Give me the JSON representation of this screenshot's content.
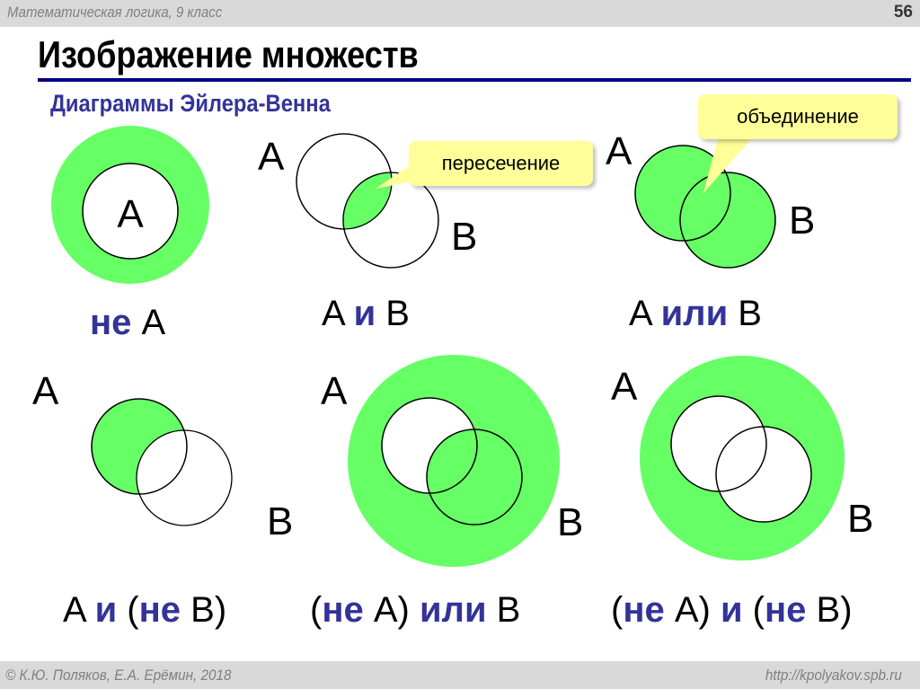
{
  "header": {
    "course": "Математическая логика, 9 класс",
    "page_number": "56"
  },
  "slide": {
    "title": "Изображение множеств",
    "subtitle": "Диаграммы Эйлера-Венна"
  },
  "callouts": {
    "intersection": "пересечение",
    "union": "объединение"
  },
  "colors": {
    "fill": "#66ff66",
    "accent": "#333399",
    "rule": "#000080",
    "callout_bg": "#ffff99"
  },
  "diagrams": [
    {
      "id": "not-a",
      "set_labels": [
        "A"
      ],
      "expression": [
        {
          "t": "не",
          "kw": true
        },
        {
          "t": " A",
          "kw": false
        }
      ]
    },
    {
      "id": "a-and-b",
      "set_labels": [
        "A",
        "B"
      ],
      "expression": [
        {
          "t": "A ",
          "kw": false
        },
        {
          "t": "и",
          "kw": true
        },
        {
          "t": " B",
          "kw": false
        }
      ]
    },
    {
      "id": "a-or-b",
      "set_labels": [
        "A",
        "B"
      ],
      "expression": [
        {
          "t": "A ",
          "kw": false
        },
        {
          "t": "или",
          "kw": true
        },
        {
          "t": " B",
          "kw": false
        }
      ]
    },
    {
      "id": "a-and-not-b",
      "set_labels": [
        "A",
        "B"
      ],
      "expression": [
        {
          "t": "A ",
          "kw": false
        },
        {
          "t": "и",
          "kw": true
        },
        {
          "t": " (",
          "kw": false
        },
        {
          "t": "не",
          "kw": true
        },
        {
          "t": " B)",
          "kw": false
        }
      ]
    },
    {
      "id": "not-a-or-b",
      "set_labels": [
        "A",
        "B"
      ],
      "expression": [
        {
          "t": "(",
          "kw": false
        },
        {
          "t": "не",
          "kw": true
        },
        {
          "t": " A) ",
          "kw": false
        },
        {
          "t": "или",
          "kw": true
        },
        {
          "t": " B",
          "kw": false
        }
      ]
    },
    {
      "id": "not-a-and-not-b",
      "set_labels": [
        "A",
        "B"
      ],
      "expression": [
        {
          "t": "(",
          "kw": false
        },
        {
          "t": "не",
          "kw": true
        },
        {
          "t": " A) ",
          "kw": false
        },
        {
          "t": "и",
          "kw": true
        },
        {
          "t": " (",
          "kw": false
        },
        {
          "t": "не",
          "kw": true
        },
        {
          "t": " B)",
          "kw": false
        }
      ]
    }
  ],
  "footer": {
    "copyright": "© К.Ю. Поляков, Е.А. Ерёмин, 2018",
    "url": "http://kpolyakov.spb.ru"
  }
}
